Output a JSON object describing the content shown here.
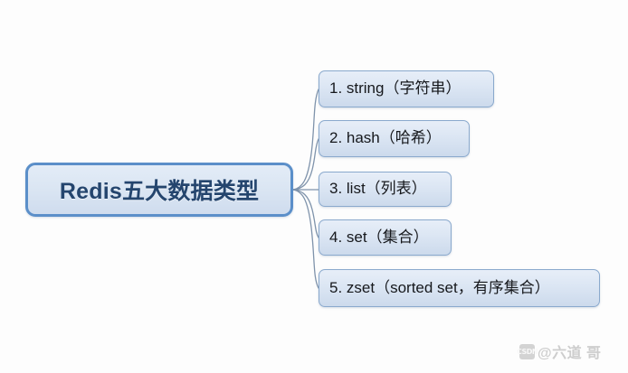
{
  "diagram": {
    "type": "mind-map",
    "orientation": "left-to-right",
    "background_color": "#fdfdfd",
    "root": {
      "label": "Redis五大数据类型",
      "text_color": "#24456e",
      "fill_color": "#dbe6f3",
      "border_color": "#5b8fc9"
    },
    "branch_color": "#7f93ab",
    "children": [
      {
        "index": "1",
        "label": "1. string（字符串）",
        "key": "string",
        "chinese": "字符串",
        "fill_color": "#dde7f4",
        "border_color": "#8aa9cd"
      },
      {
        "index": "2",
        "label": "2. hash（哈希）",
        "key": "hash",
        "chinese": "哈希",
        "fill_color": "#dde7f4",
        "border_color": "#8aa9cd"
      },
      {
        "index": "3",
        "label": "3. list（列表）",
        "key": "list",
        "chinese": "列表",
        "fill_color": "#dde7f4",
        "border_color": "#8aa9cd"
      },
      {
        "index": "4",
        "label": "4. set（集合）",
        "key": "set",
        "chinese": "集合",
        "fill_color": "#dde7f4",
        "border_color": "#8aa9cd"
      },
      {
        "index": "5",
        "label": "5. zset（sorted set，有序集合）",
        "key": "zset",
        "chinese": "有序集合",
        "fill_color": "#dde7f4",
        "border_color": "#8aa9cd"
      }
    ]
  },
  "watermark": {
    "logo_text": "CSDN",
    "text": "@六道 哥",
    "color": "#8d8d8d"
  }
}
